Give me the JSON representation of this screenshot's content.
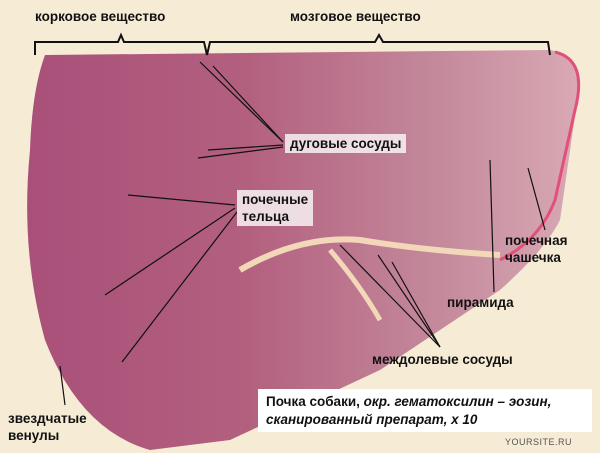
{
  "labels": {
    "cortex": "корковое вещество",
    "medulla": "мозговое вещество",
    "arcuate_vessels": "дуговые сосуды",
    "renal_corpuscles_1": "почечные",
    "renal_corpuscles_2": "тельца",
    "calyx_1": "почечная",
    "calyx_2": "чашечка",
    "pyramid": "пирамида",
    "interlobar_vessels": "междолевые сосуды",
    "stellate_venules_1": "звездчатые",
    "stellate_venules_2": "венулы"
  },
  "caption": {
    "normal": "Почка собаки, ",
    "italic_1": "окр. гематоксилин – эозин,",
    "italic_2": "сканированный препарат, х 10"
  },
  "watermark": "YOURSITE.RU",
  "colors": {
    "tissue": "#b8607e",
    "background": "#f6ecd6",
    "calyx_edge": "#e0507a"
  }
}
